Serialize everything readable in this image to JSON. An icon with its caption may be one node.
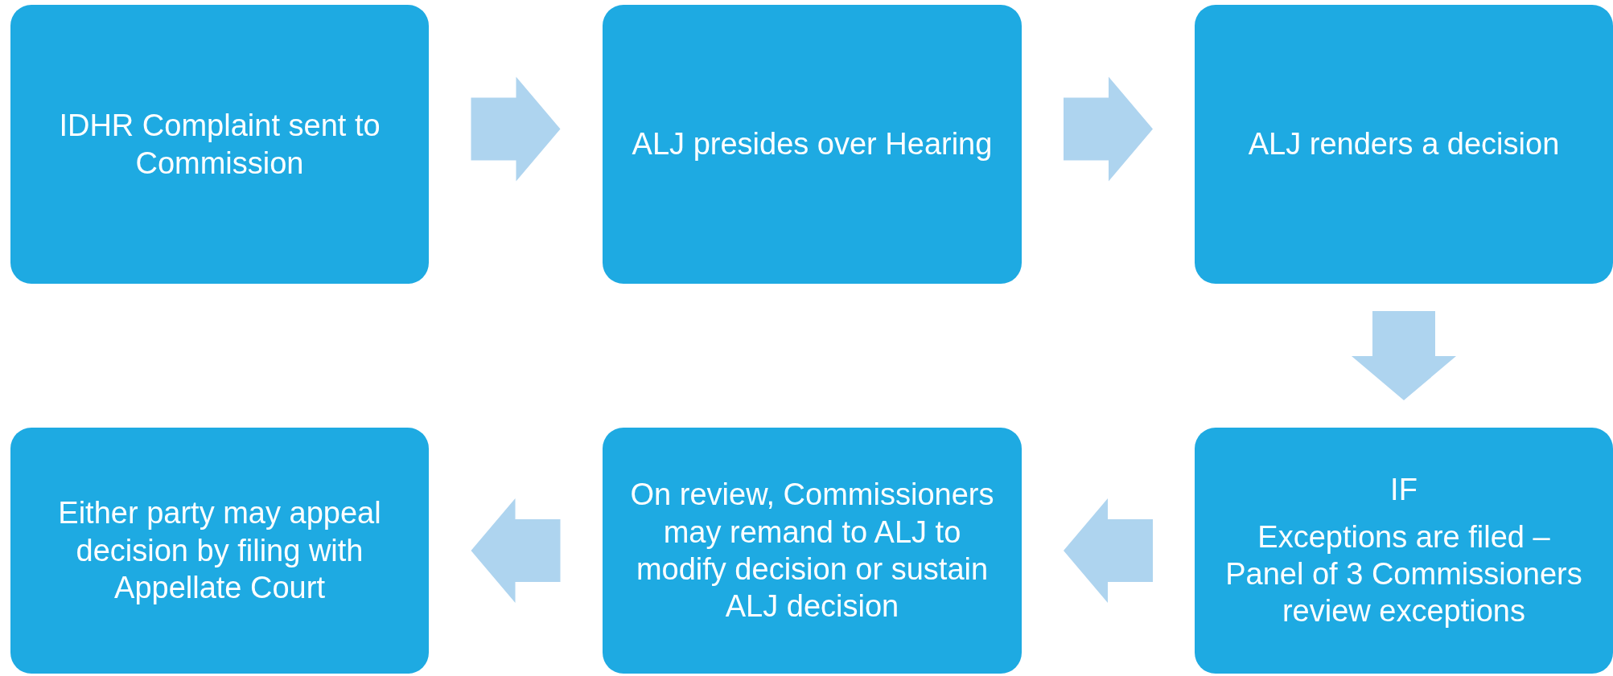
{
  "diagram": {
    "nodes": [
      {
        "text": [
          "IDHR Complaint sent to Commission"
        ]
      },
      {
        "text": [
          "ALJ presides over Hearing"
        ]
      },
      {
        "text": [
          "ALJ renders a decision"
        ]
      },
      {
        "text": [
          "Either party may appeal decision by filing with Appellate Court"
        ]
      },
      {
        "text": [
          "On review, Commissioners may remand to ALJ to modify decision or sustain ALJ decision"
        ]
      },
      {
        "text": [
          "IF",
          "Exceptions are filed – Panel of 3 Commissioners review exceptions"
        ]
      }
    ],
    "edges": [
      {
        "from": 0,
        "to": 1,
        "arrow": "to"
      },
      {
        "from": 1,
        "to": 2,
        "arrow": "to"
      },
      {
        "from": 2,
        "to": 5,
        "arrow": "to"
      },
      {
        "from": 5,
        "to": 4,
        "arrow": "to"
      },
      {
        "from": 4,
        "to": 3,
        "arrow": "to"
      }
    ]
  }
}
